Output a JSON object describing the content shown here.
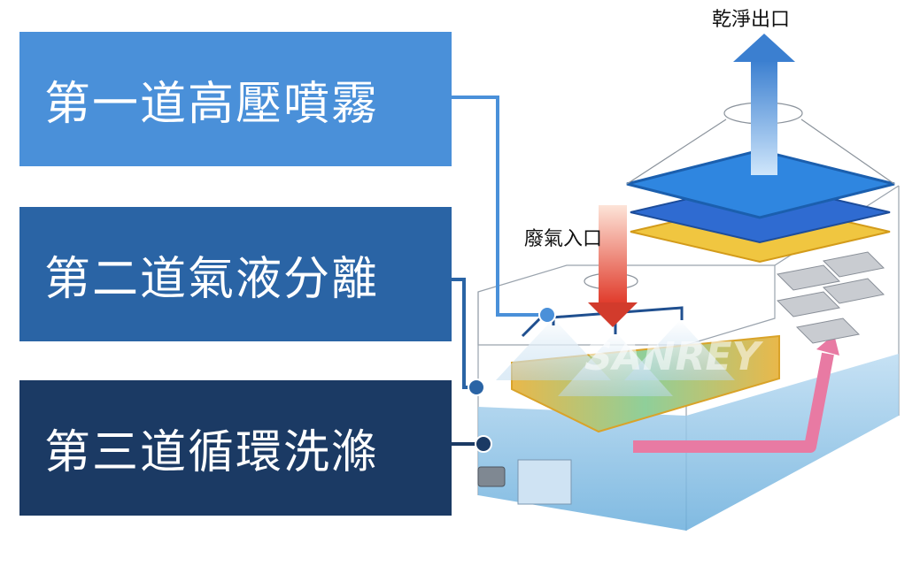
{
  "stages": [
    {
      "label": "第一道高壓噴霧",
      "color": "#4a90d9"
    },
    {
      "label": "第二道氣液分離",
      "color": "#2a64a5"
    },
    {
      "label": "第三道循環洗滌",
      "color": "#1b3a64"
    }
  ],
  "callouts": {
    "outlet": "乾淨出口",
    "inlet": "廢氣入口"
  },
  "watermark": "SANREY"
}
